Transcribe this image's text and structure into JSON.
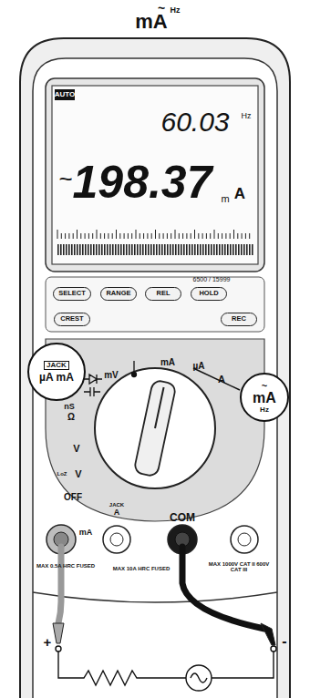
{
  "diagram": {
    "nodes": [
      {
        "text": [
          "SELECT"
        ]
      },
      {
        "text": [
          "RANGE"
        ]
      },
      {
        "text": [
          "REL"
        ]
      },
      {
        "text": [
          "HOLD"
        ]
      },
      {
        "text": [
          "CREST"
        ]
      },
      {
        "text": [
          "REC"
        ]
      },
      {
        "text": [
          "~",
          "mA",
          "Hz"
        ]
      },
      {
        "text": [
          "JACK",
          "µA mA"
        ]
      }
    ],
    "labels": [
      "mA",
      "~",
      "Hz",
      "AUTO",
      "60.03",
      "Hz",
      "~",
      "198.37",
      "m",
      "A",
      "6500 / 15999",
      "mV",
      "mA",
      "µA",
      "A",
      "nS",
      "Ω",
      "V",
      "LoZ",
      "V",
      "OFF",
      "mA",
      "A",
      "JACK",
      "COM",
      "MAX 0.5A HRC FUSED",
      "MAX 10A HRC FUSED",
      "MAX 1000V CAT II 600V CAT III",
      "+",
      "-"
    ]
  }
}
